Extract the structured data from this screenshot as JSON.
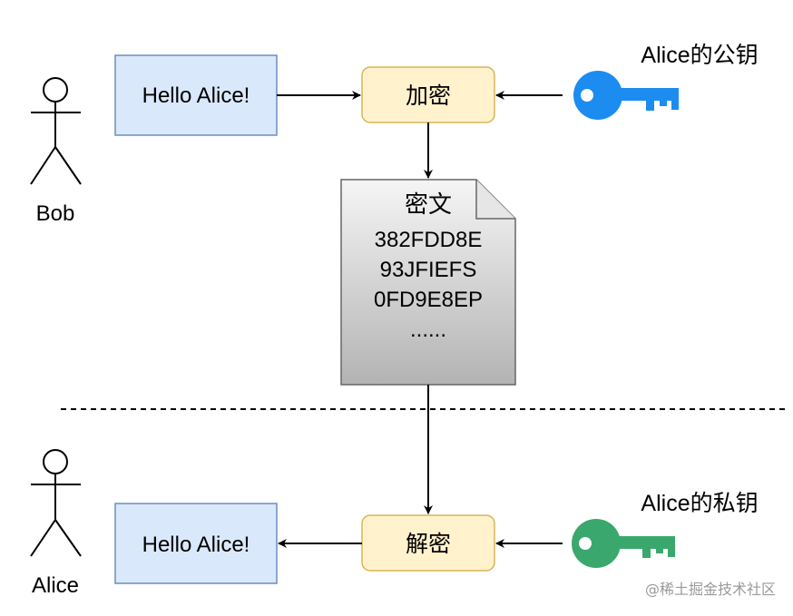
{
  "actors": {
    "sender": {
      "name": "Bob"
    },
    "receiver": {
      "name": "Alice"
    }
  },
  "messages": {
    "plaintext_top": "Hello Alice!",
    "plaintext_bottom": "Hello Alice!"
  },
  "processes": {
    "encrypt": "加密",
    "decrypt": "解密"
  },
  "keys": {
    "public_key_label": "Alice的公钥",
    "private_key_label": "Alice的私钥",
    "public_key_color": "#1c8cf0",
    "private_key_color": "#3aa86c"
  },
  "ciphertext": {
    "title": "密文",
    "lines": [
      "382FDD8E",
      "93JFIEFS",
      "0FD9E8EP",
      "......"
    ]
  },
  "colors": {
    "message_fill": "#dae8fc",
    "message_stroke": "#6c8ebf",
    "process_fill": "#fff2cc",
    "process_stroke": "#d6b656",
    "doc_stroke": "#666666"
  },
  "watermark": "@稀土掘金技术社区"
}
